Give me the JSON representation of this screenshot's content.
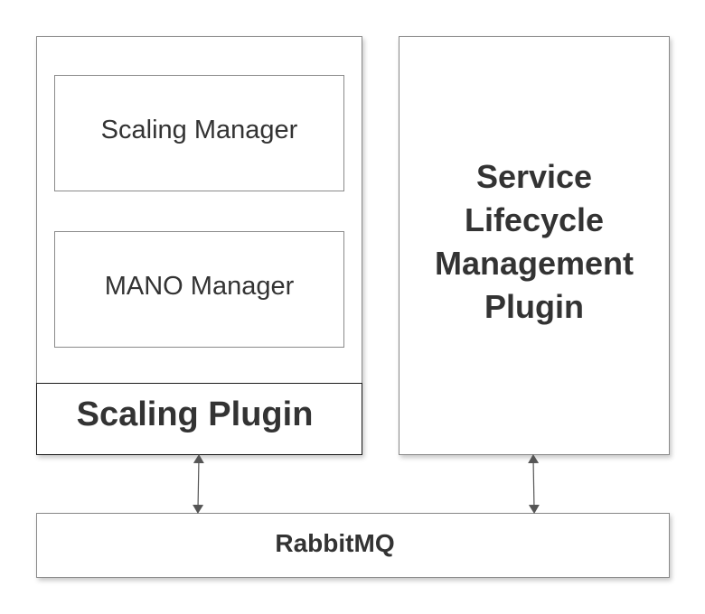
{
  "diagram": {
    "scaling_plugin": {
      "title": "Scaling Plugin",
      "components": {
        "scaling_manager": "Scaling Manager",
        "mano_manager": "MANO Manager"
      }
    },
    "slm_plugin": {
      "lines": [
        "Service",
        "Lifecycle",
        "Management",
        "Plugin"
      ]
    },
    "message_bus": {
      "title": "RabbitMQ"
    },
    "connections": [
      {
        "from": "Scaling Plugin",
        "to": "RabbitMQ",
        "direction": "bidirectional"
      },
      {
        "from": "Service Lifecycle Management Plugin",
        "to": "RabbitMQ",
        "direction": "bidirectional"
      }
    ],
    "colors": {
      "text": "#333333",
      "box_border": "#8a8a8a",
      "footer_border": "#1a1a1a",
      "arrow": "#555555"
    }
  }
}
